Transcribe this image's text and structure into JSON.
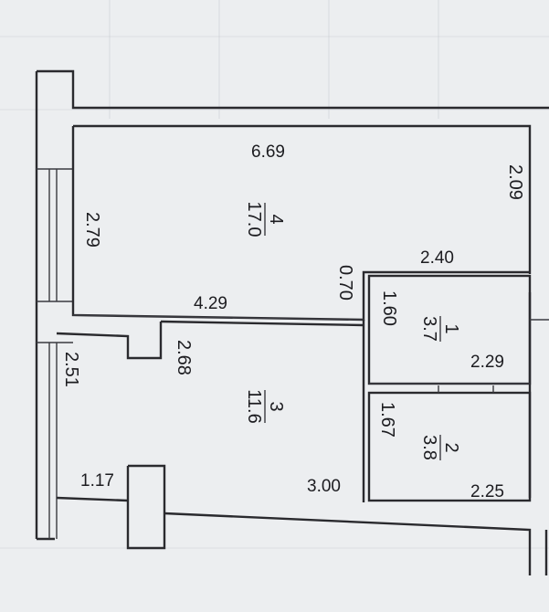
{
  "plan": {
    "dimensions": {
      "d_669": "6.69",
      "d_209": "2.09",
      "d_279": "2.79",
      "d_240": "2.40",
      "d_070": "0.70",
      "d_429": "4.29",
      "d_160": "1.60",
      "d_229": "2.29",
      "d_268": "2.68",
      "d_251": "2.51",
      "d_167": "1.67",
      "d_117": "1.17",
      "d_300": "3.00",
      "d_225": "2.25"
    },
    "rooms": [
      {
        "number": "4",
        "area": "17.0"
      },
      {
        "number": "3",
        "area": "11.6"
      },
      {
        "number": "1",
        "area": "3.7"
      },
      {
        "number": "2",
        "area": "3.8"
      }
    ]
  }
}
